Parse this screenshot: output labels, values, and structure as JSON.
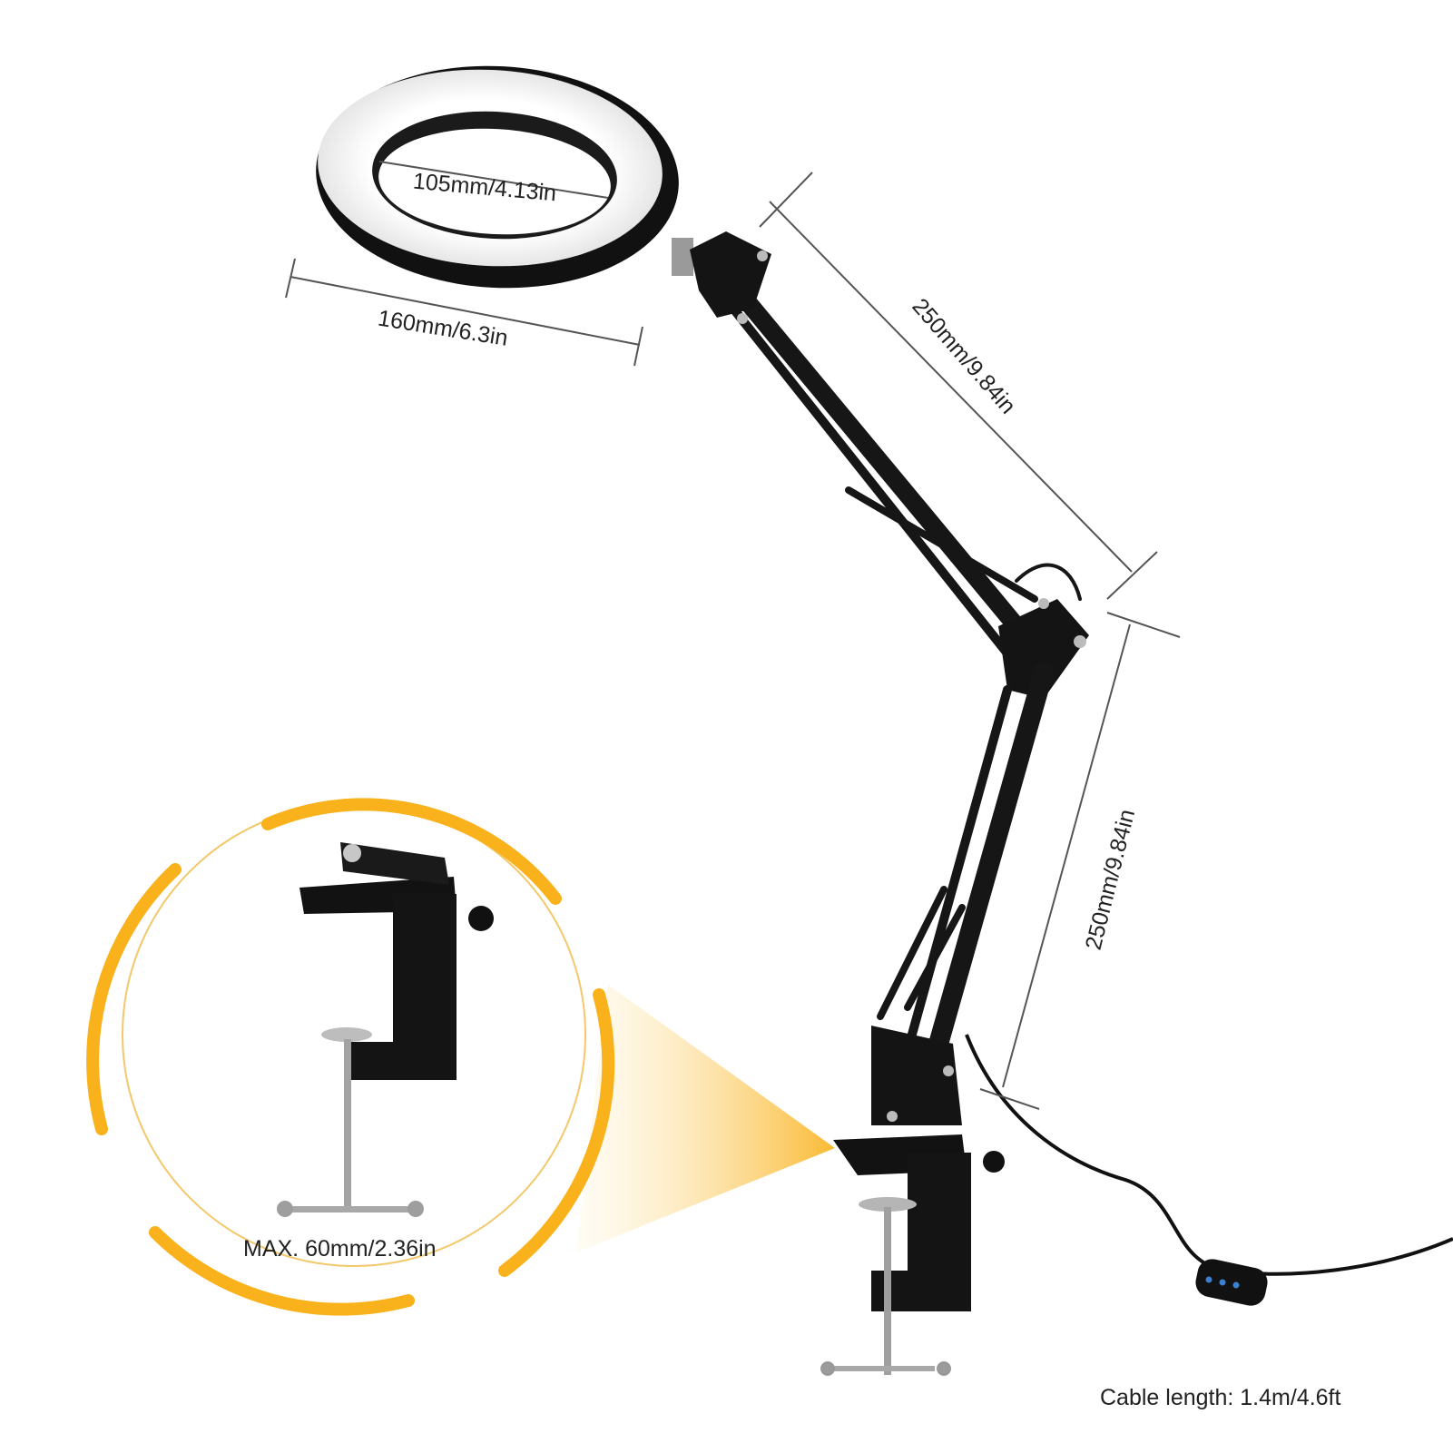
{
  "dimensions": {
    "inner_diameter": "105mm/4.13in",
    "ring_diameter": "160mm/6.3in",
    "upper_arm": "250mm/9.84in",
    "lower_arm": "250mm/9.84in"
  },
  "clamp": {
    "max_opening": "MAX. 60mm/2.36in"
  },
  "cable": {
    "length_label": "Cable length: 1.4m/4.6ft"
  },
  "colors": {
    "accent": "#f9b21c",
    "lamp_body": "#161616",
    "led_glow": "#f2f2f2",
    "dimension_line": "#555555"
  }
}
